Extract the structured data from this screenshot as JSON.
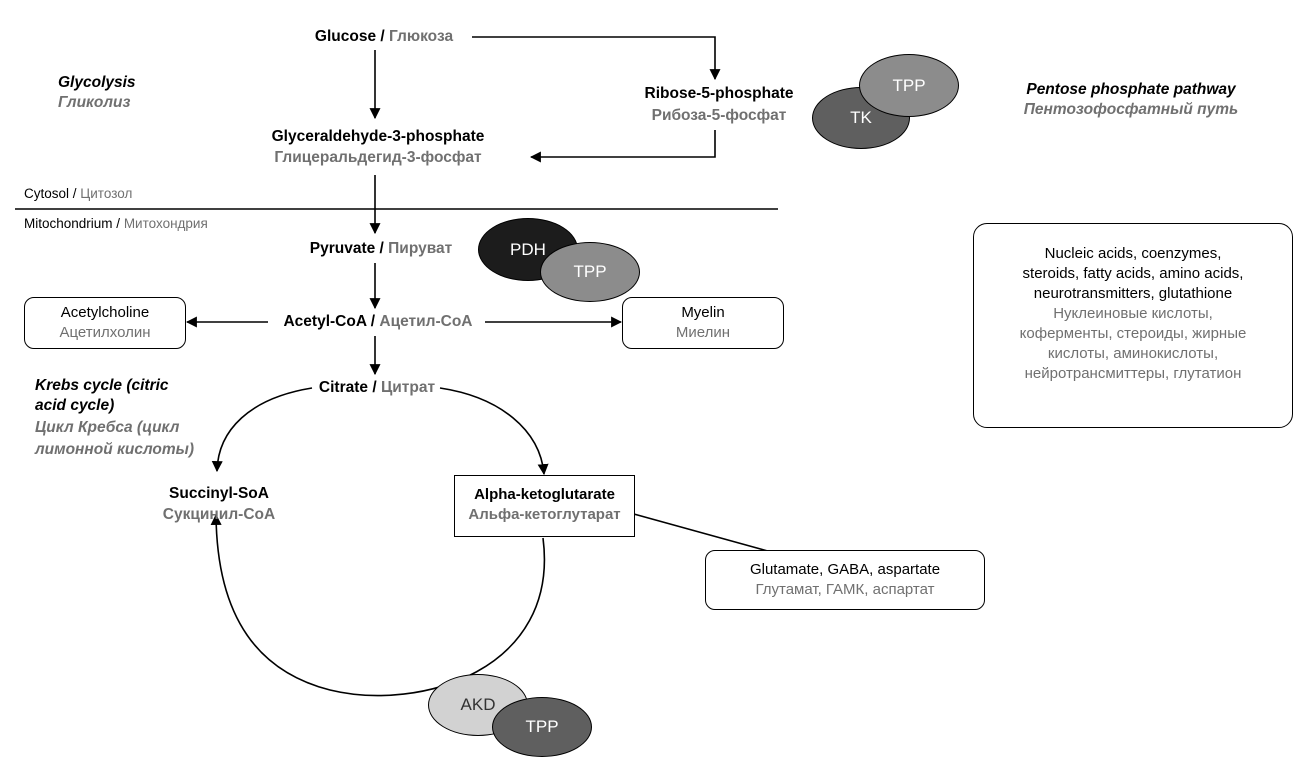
{
  "colors": {
    "primary_text": "#000000",
    "secondary_text": "#707070",
    "ellipse_dark": "#1c1c1c",
    "ellipse_mid": "#5f5f5f",
    "ellipse_light": "#8c8c8c",
    "ellipse_pale": "#d2d2d2"
  },
  "labels": {
    "glycolysis_en": "Glycolysis",
    "glycolysis_ru": "Гликолиз",
    "ppp_en": "Pentose phosphate pathway",
    "ppp_ru": "Пентозофосфатный путь",
    "cytosol_en": "Cytosol",
    "cytosol_ru": "Цитозол",
    "mito_en": "Mitochondrium",
    "mito_ru": "Митохондрия",
    "krebs_en_1": "Krebs cycle (citric",
    "krebs_en_2": "acid cycle)",
    "krebs_ru_1": "Цикл Кребса (цикл",
    "krebs_ru_2": "лимонной кислоты)",
    "separator": " / "
  },
  "metabolites": {
    "glucose_en": "Glucose",
    "glucose_ru": "Глюкоза",
    "ribose_en": "Ribose-5-phosphate",
    "ribose_ru": "Рибоза-5-фосфат",
    "g3p_en": "Glyceraldehyde-3-phosphate",
    "g3p_ru": "Глицеральдегид-3-фосфат",
    "pyruvate_en": "Pyruvate",
    "pyruvate_ru": "Пируват",
    "acetylcoa_en": "Acetyl-CoA",
    "acetylcoa_ru": "Ацетил-CoA",
    "citrate_en": "Citrate",
    "citrate_ru": "Цитрат",
    "succinyl_en": "Succinyl-SoA",
    "succinyl_ru": "Сукцинил-CoA"
  },
  "boxes": {
    "acetylcholine_en": "Acetylcholine",
    "acetylcholine_ru": "Ацетилхолин",
    "myelin_en": "Myelin",
    "myelin_ru": "Миелин",
    "akg_en": "Alpha-ketoglutarate",
    "akg_ru": "Альфа-кетоглутарат",
    "glutamate_en": "Glutamate, GABA, aspartate",
    "glutamate_ru": "Глутамат, ГАМК, аспартат",
    "nucleic_en_lines": [
      "Nucleic acids, coenzymes,",
      "steroids, fatty acids, amino acids,",
      "neurotransmitters, glutathione"
    ],
    "nucleic_ru_lines": [
      "Нуклеиновые кислоты,",
      "коферменты, стероиды, жирные",
      "кислоты, аминокислоты,",
      "нейротрансмиттеры, глутатион"
    ]
  },
  "enzymes": {
    "tk": "TK",
    "tpp": "TPP",
    "pdh": "PDH",
    "akd": "AKD"
  }
}
